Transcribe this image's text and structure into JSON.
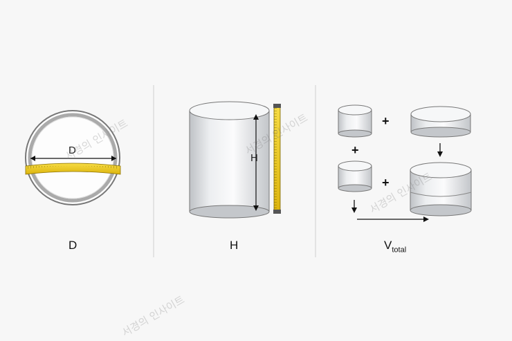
{
  "panels": {
    "diameter": {
      "caption": "D",
      "inner_label": "D"
    },
    "height": {
      "caption": "H",
      "inner_label": "H"
    },
    "volume": {
      "caption_main": "V",
      "caption_sub": "total",
      "plus_sign": "+"
    }
  },
  "watermark_text": "서경의 인사이트",
  "colors": {
    "tape_yellow": "#f2cf1d",
    "cylinder_light": "#f3f4f5",
    "cylinder_shade": "#c9ccd0",
    "divider": "#d6d6d6"
  }
}
